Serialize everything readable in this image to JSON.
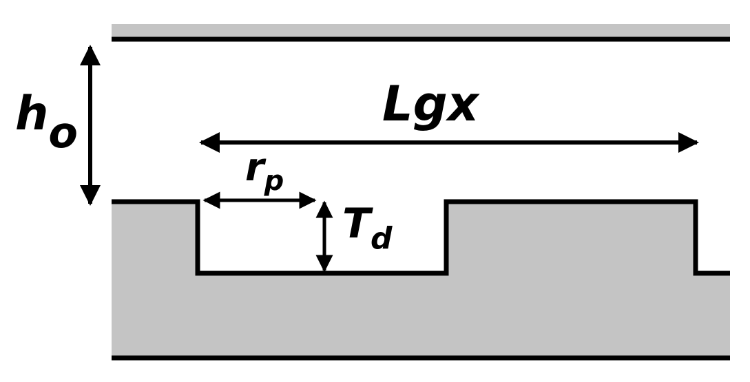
{
  "labels": {
    "h_main": "h",
    "h_sub": "o",
    "lgx": "Lgx",
    "r_main": "r",
    "r_sub": "p",
    "t_main": "T",
    "t_sub": "d"
  },
  "colors": {
    "fill": "#c4c4c4",
    "stroke": "#000000",
    "background": "#ffffff"
  }
}
